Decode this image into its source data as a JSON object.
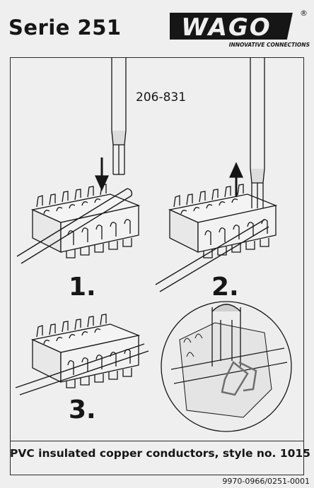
{
  "header": {
    "series_title": "Serie 251",
    "brand_name": "WAGO",
    "brand_registered": "®",
    "brand_tagline": "INNOVATIVE CONNECTIONS"
  },
  "figure": {
    "part_number": "206-831",
    "steps": [
      {
        "label": "1.",
        "action": "insert"
      },
      {
        "label": "2.",
        "action": "release"
      },
      {
        "label": "3.",
        "action": "connected"
      }
    ]
  },
  "icons": {
    "arrow_down": "arrow-down-icon",
    "arrow_up": "arrow-up-icon",
    "operating_tool": "operating-tool-icon",
    "terminal_block": "terminal-block-icon"
  },
  "footer": {
    "caption": "PVC insulated copper conductors, style no. 1015",
    "doc_number": "9970-0966/0251-0001"
  },
  "colors": {
    "ink": "#161616",
    "paper": "#efefef",
    "detail_gray": "#8a8a8a"
  }
}
